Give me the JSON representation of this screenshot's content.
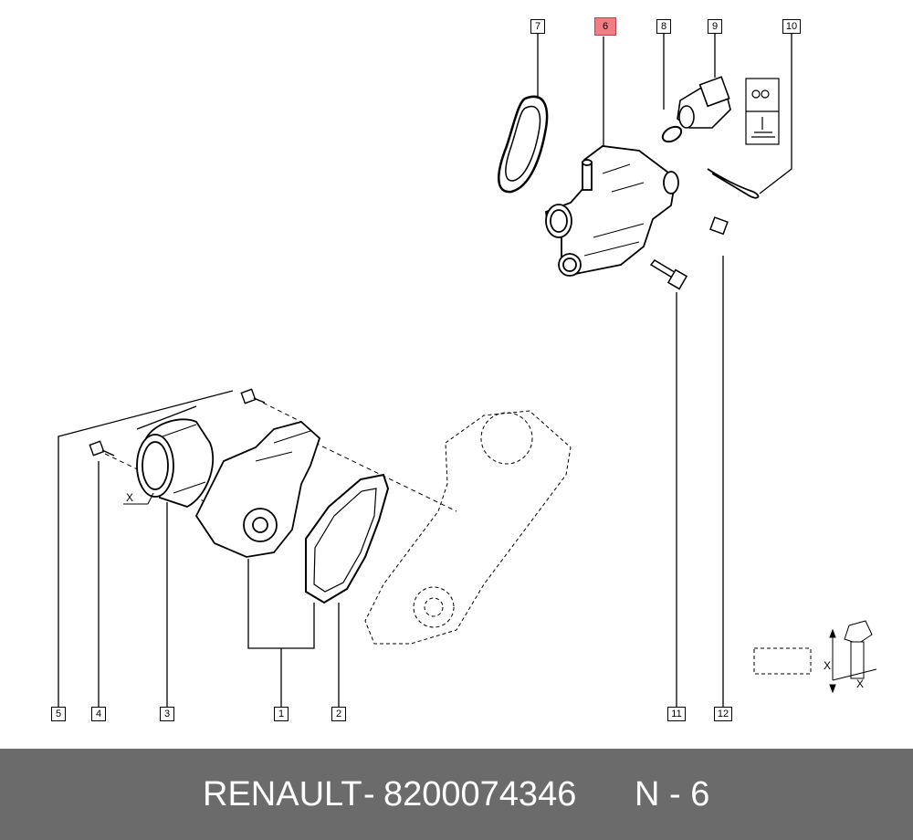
{
  "callouts": {
    "c1": "1",
    "c2": "2",
    "c3": "3",
    "c4": "4",
    "c5": "5",
    "c6": "6",
    "c7": "7",
    "c8": "8",
    "c9": "9",
    "c10": "10",
    "c11": "11",
    "c12": "12"
  },
  "highlighted_part": "6",
  "highlight_color": "#f07c84",
  "dimension_label": "X",
  "footer": {
    "brand": "RENAULT",
    "separator": "-",
    "part_number": "8200074346",
    "position": "N - 6"
  },
  "footer_color": "#6b6b6b"
}
